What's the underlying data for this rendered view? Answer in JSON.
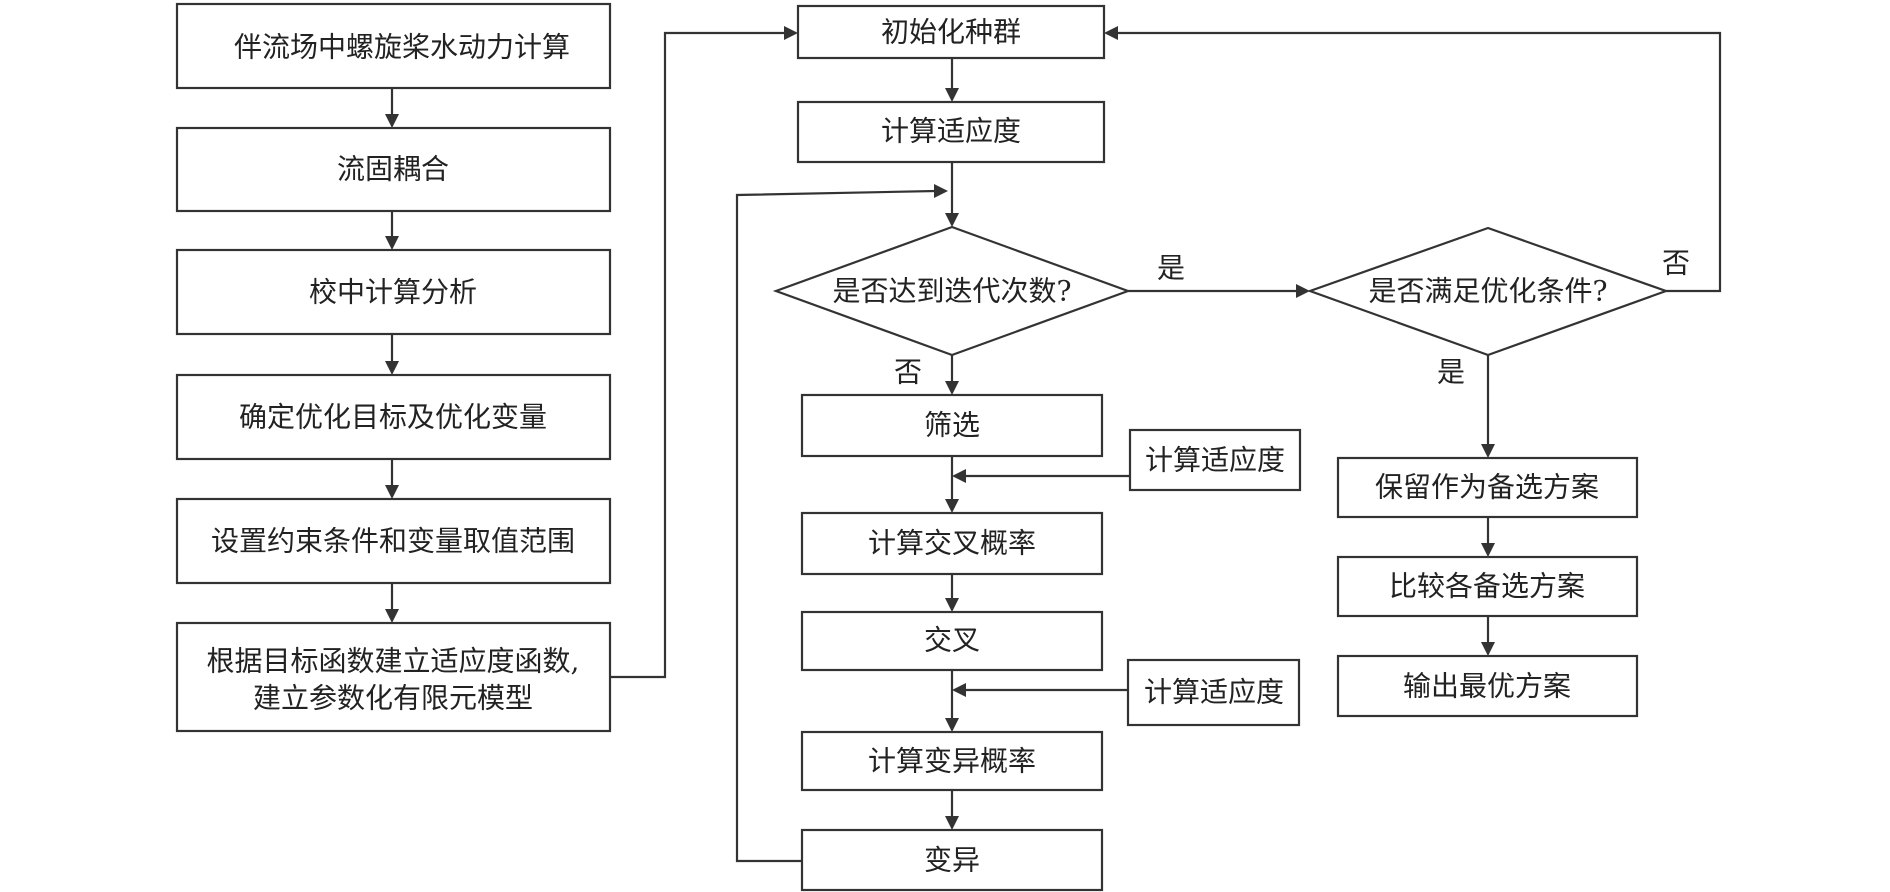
{
  "left_column": {
    "step1": "伴流场中螺旋桨水动力计算",
    "step2": "流固耦合",
    "step3": "校中计算分析",
    "step4": "确定优化目标及优化变量",
    "step5": "设置约束条件和变量取值范围",
    "step6_line1": "根据目标函数建立适应度函数,",
    "step6_line2": "建立参数化有限元模型"
  },
  "middle_column": {
    "init_population": "初始化种群",
    "calc_fitness": "计算适应度",
    "iter_decision": "是否达到迭代次数?",
    "select": "筛选",
    "calc_crossover_prob": "计算交叉概率",
    "crossover": "交叉",
    "calc_mutation_prob": "计算变异概率",
    "mutation": "变异",
    "side_fitness_1": "计算适应度",
    "side_fitness_2": "计算适应度"
  },
  "right_column": {
    "opt_decision": "是否满足优化条件?",
    "keep_candidate": "保留作为备选方案",
    "compare_candidates": "比较各备选方案",
    "output_best": "输出最优方案"
  },
  "edge_labels": {
    "yes_iter": "是",
    "no_iter": "否",
    "yes_opt": "是",
    "no_opt": "否"
  }
}
